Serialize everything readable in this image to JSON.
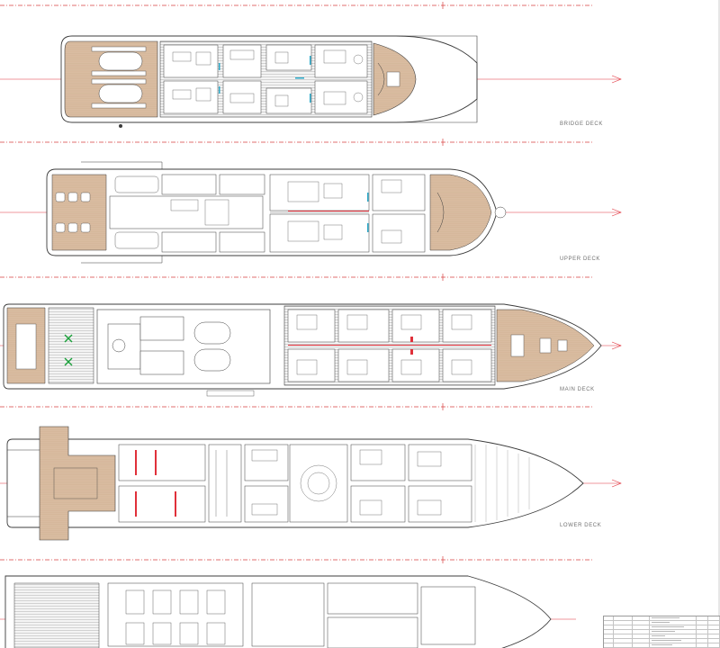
{
  "colors": {
    "deck_wood": "#d9bca1",
    "line": "#3c3c3c",
    "centerline": "#e0303a",
    "frame_line": "#d84040",
    "marker": "#1aa03a",
    "accent_cyan": "#2aa8c8",
    "paper": "#ffffff"
  },
  "decks": [
    {
      "id": "bridge",
      "label": "BRIDGE DECK"
    },
    {
      "id": "upper",
      "label": "UPPER DECK"
    },
    {
      "id": "main",
      "label": "MAIN DECK"
    },
    {
      "id": "lower",
      "label": "LOWER DECK"
    },
    {
      "id": "tank",
      "label": ""
    }
  ],
  "title_block": {
    "rows": 8
  }
}
